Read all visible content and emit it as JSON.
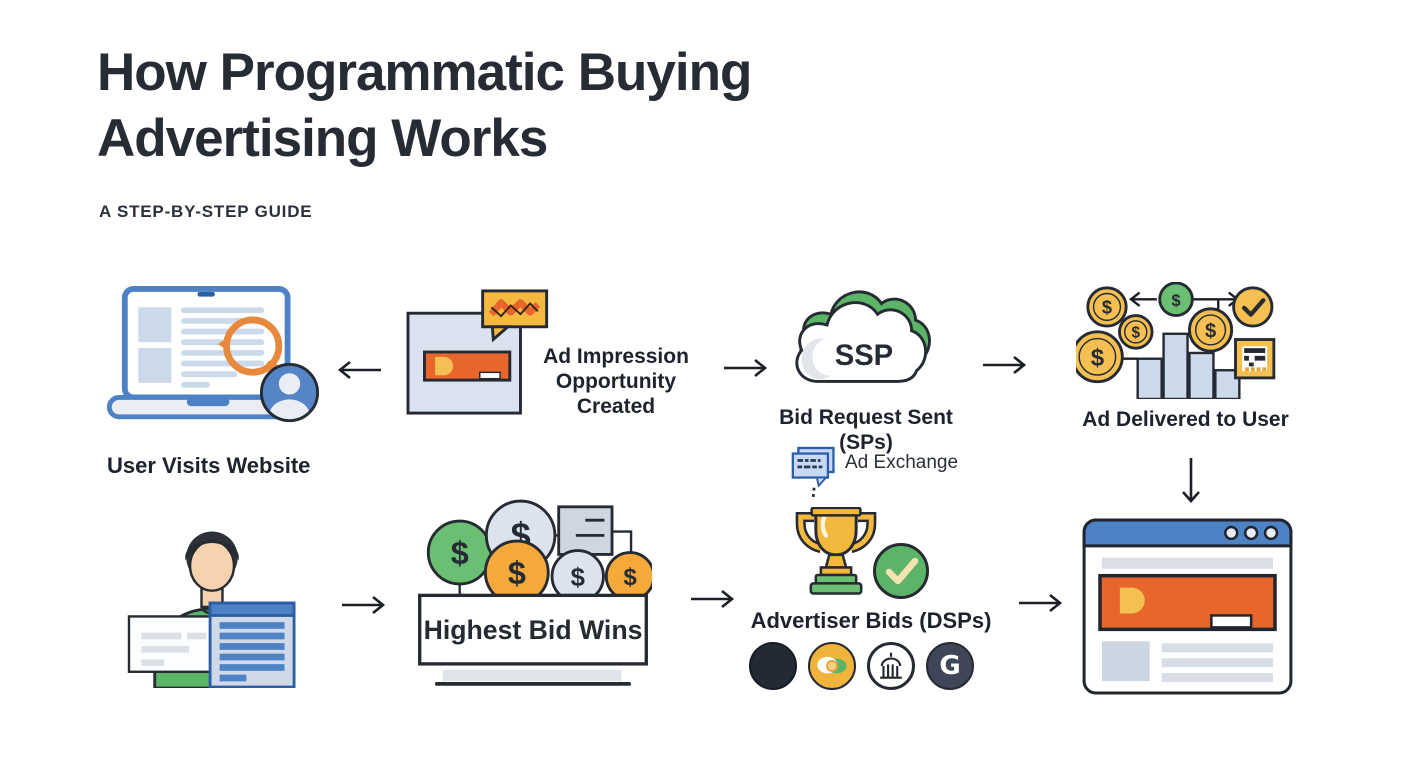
{
  "header": {
    "title": "How Programmatic Buying Advertising Works",
    "subtitle": "A STEP-BY-STEP GUIDE"
  },
  "symbols": {
    "dollar": "$"
  },
  "steps": {
    "user_visits_website": {
      "label": "User Visits Website"
    },
    "ad_impression": {
      "label": "Ad Impression Opportunity Created"
    },
    "bid_request": {
      "cloud_text": "SSP",
      "label": "Bid Request Sent (SPs)",
      "sub_label": "Ad Exchange"
    },
    "ad_delivered": {
      "label": "Ad Delivered to User"
    },
    "highest_bid": {
      "label": "Highest Bid Wins"
    },
    "advertiser_bids": {
      "label": "Advertiser Bids (DSPs)",
      "logo_letter": "G"
    }
  },
  "colors": {
    "ink": "#252a33",
    "accent_blue": "#4d82c4",
    "deep_blue": "#2b5ea7",
    "accent_orange": "#e8662c",
    "accent_gold": "#f5c051",
    "accent_green": "#5cb567",
    "silver": "#dde3ec"
  }
}
